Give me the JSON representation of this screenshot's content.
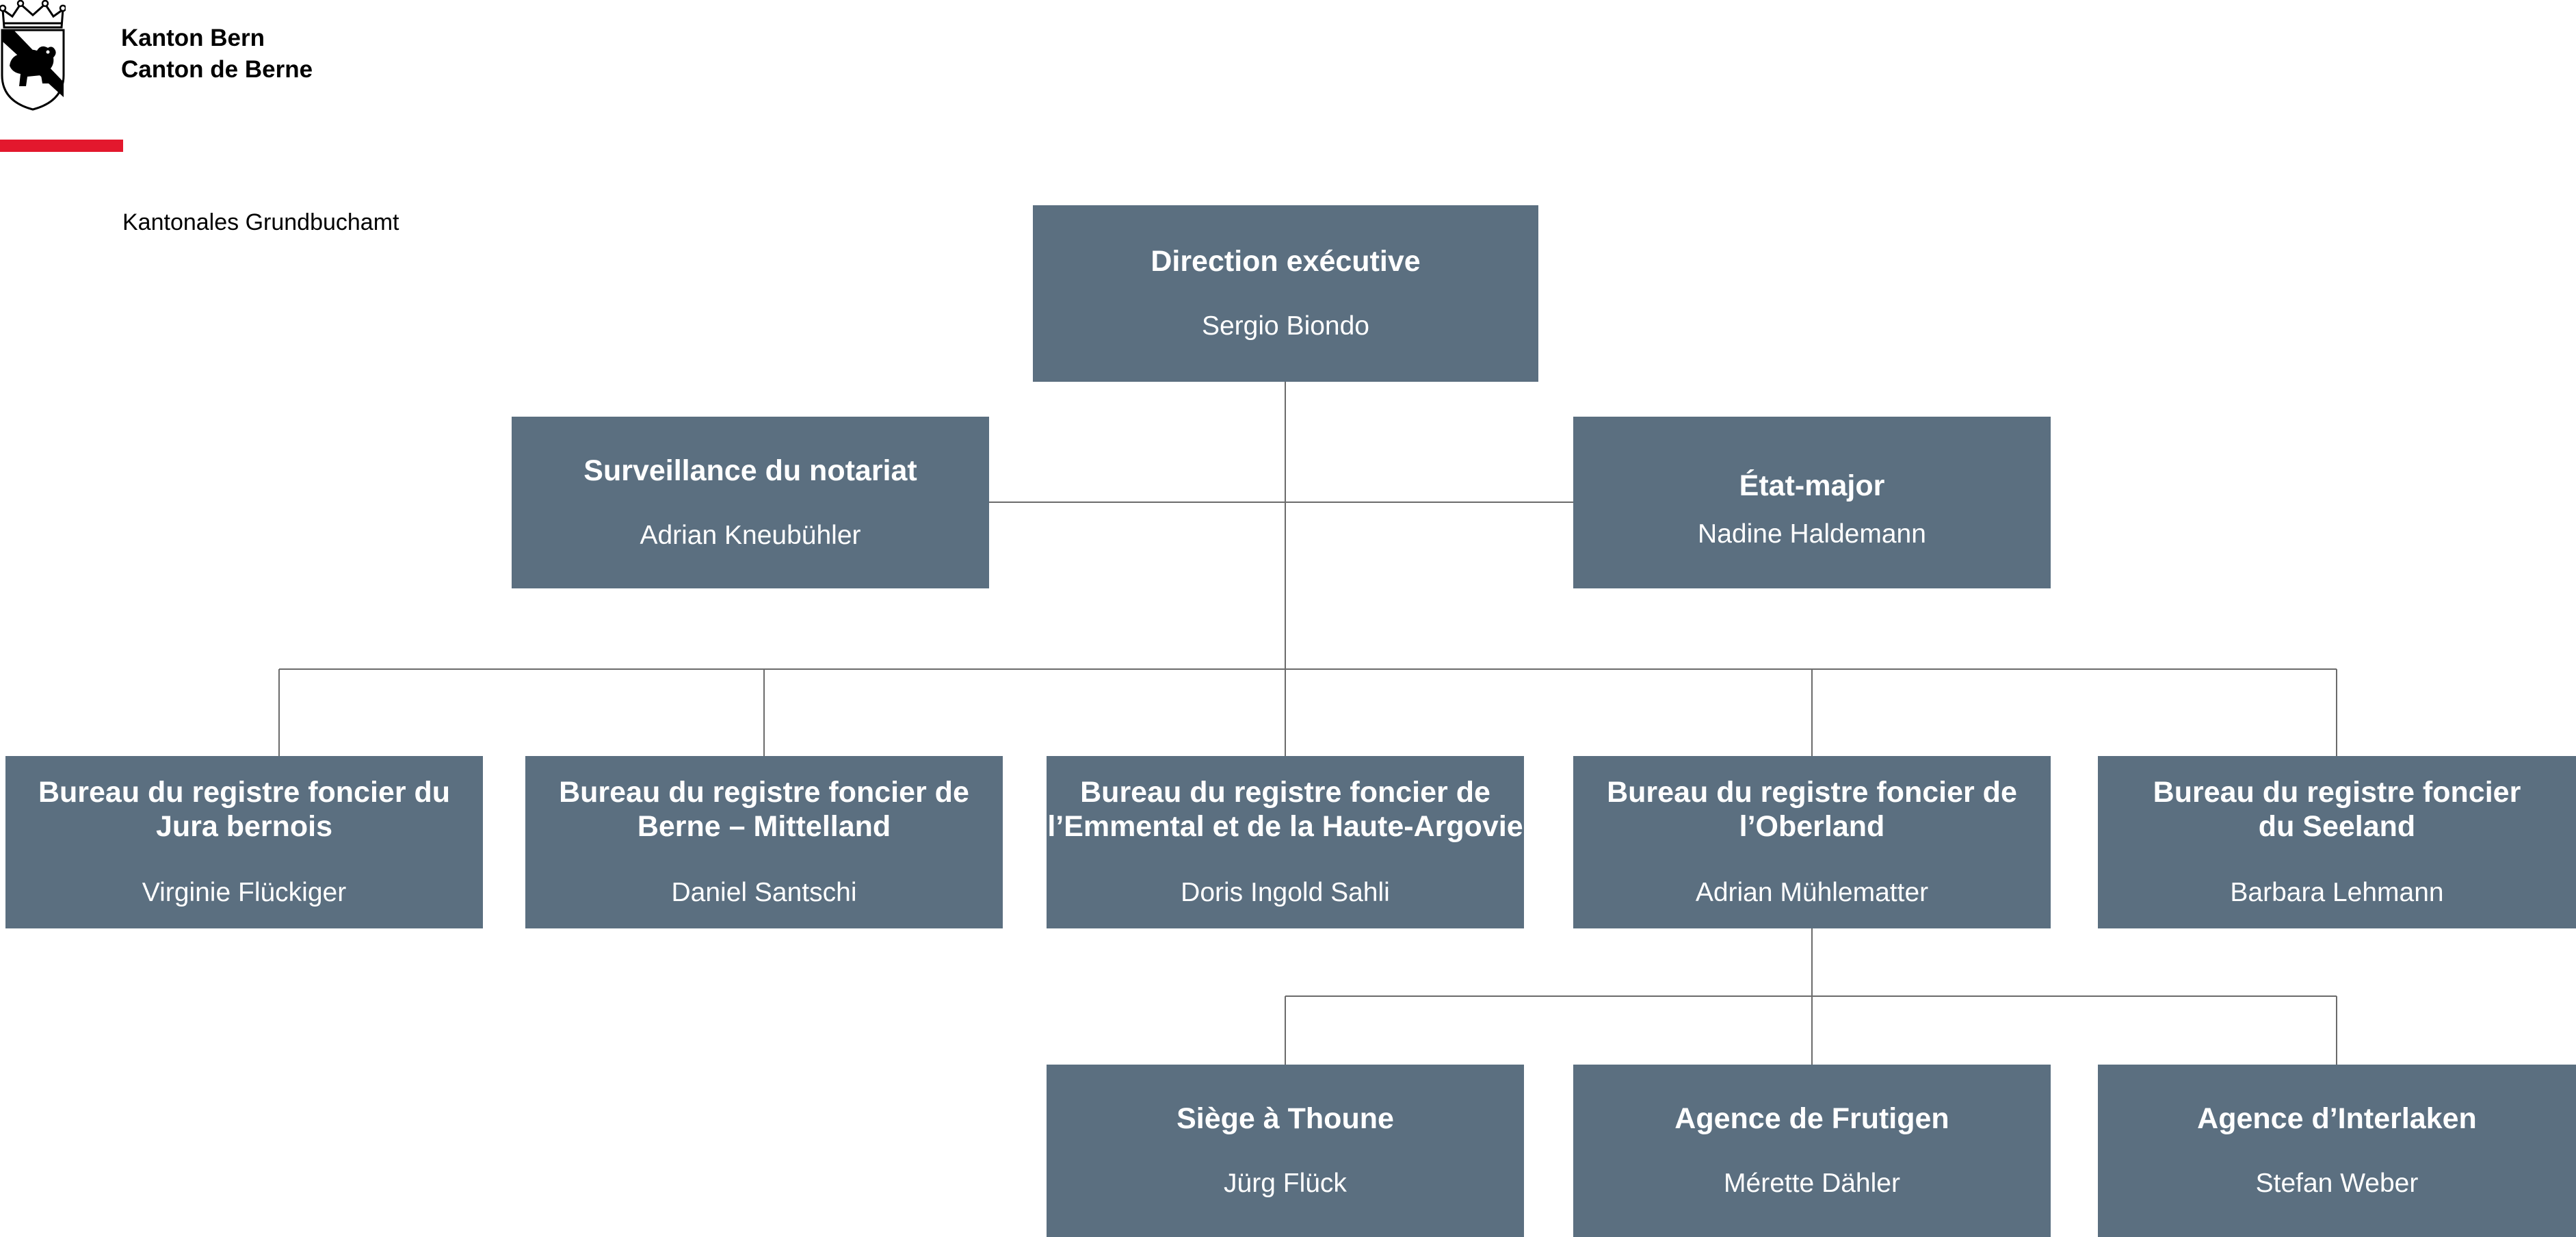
{
  "header": {
    "canton_line1": "Kanton Bern",
    "canton_line2": "Canton de Berne",
    "office": "Kantonales Grundbuchamt",
    "accent_color": "#e3182d"
  },
  "org": {
    "box_color": "#5b6f80",
    "line_color": "#6b6b6b",
    "direction": {
      "title": "Direction exécutive",
      "person": "Sergio Biondo"
    },
    "notariat": {
      "title": "Surveillance du notariat",
      "person": "Adrian Kneubühler"
    },
    "stab": {
      "title": "État-major",
      "person": "Nadine Haldemann"
    },
    "offices": [
      {
        "title_line1": "Bureau du registre foncier du",
        "title_line2": "Jura bernois",
        "person": "Virginie Flückiger"
      },
      {
        "title_line1": "Bureau du registre foncier de",
        "title_line2": "Berne – Mittelland",
        "person": "Daniel Santschi"
      },
      {
        "title_line1": "Bureau du registre foncier de",
        "title_line2": "l’Emmental et de la Haute-Argovie",
        "person": "Doris Ingold Sahli"
      },
      {
        "title_line1": "Bureau du registre foncier de",
        "title_line2": "l’Oberland",
        "person": "Adrian Mühlematter"
      },
      {
        "title_line1": "Bureau du registre foncier",
        "title_line2": "du Seeland",
        "person": "Barbara Lehmann"
      }
    ],
    "agencies": [
      {
        "title": "Siège à Thoune",
        "person": "Jürg Flück"
      },
      {
        "title": "Agence de Frutigen",
        "person": "Mérette Dähler"
      },
      {
        "title": "Agence d’Interlaken",
        "person": "Stefan Weber"
      }
    ]
  }
}
